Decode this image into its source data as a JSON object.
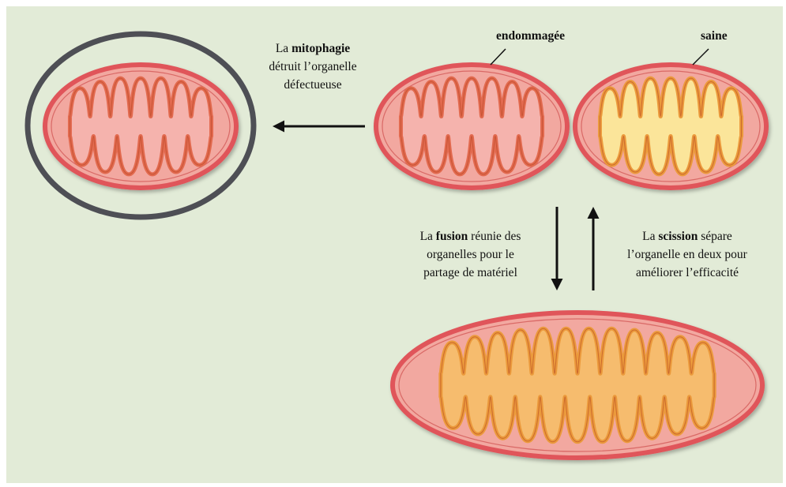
{
  "labels": {
    "mitophagy": {
      "pre": "La ",
      "bold": "mitophagie",
      "line2": "détruit l’organelle",
      "line3": "défectueuse"
    },
    "fusion": {
      "pre": "La ",
      "bold": "fusion",
      "post": " réunie des",
      "line2": "organelles pour le",
      "line3": "partage de matériel"
    },
    "fission": {
      "pre": "La ",
      "bold": "scission",
      "post": " sépare",
      "line2": "l’organelle en deux pour",
      "line3": "améliorer l’efficacité"
    },
    "damaged": "endommagée",
    "healthy": "saine"
  },
  "colors": {
    "background": "#e2ebd7",
    "outer_membrane": "#e0555a",
    "intermembrane": "#f2a8a0",
    "cristae_damaged": "#e26a4f",
    "cristae_healthy": "#eb9a3c",
    "matrix_damaged": "#f5b3ad",
    "matrix_healthy": "#fbe59a",
    "matrix_fused": "#f6bc6e",
    "phagophore": "#4e4f55",
    "arrow": "#111111"
  }
}
